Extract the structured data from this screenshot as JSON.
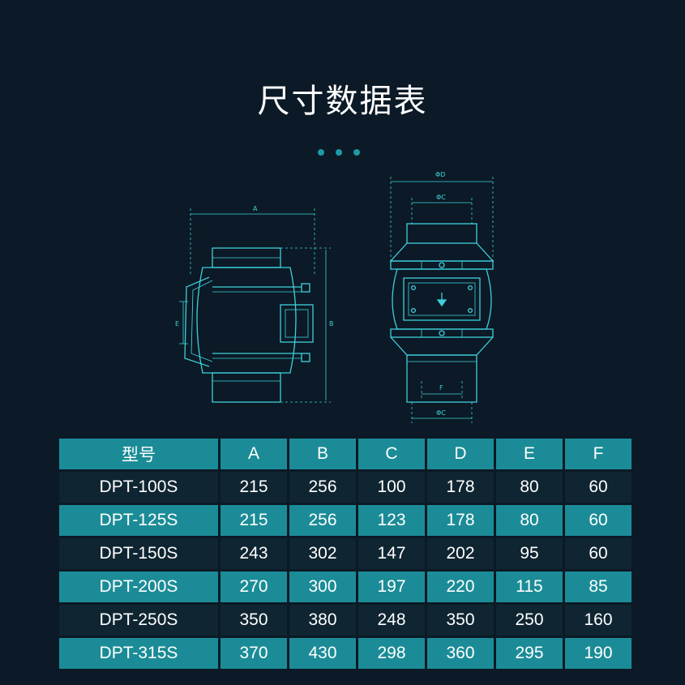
{
  "title": "尺寸数据表",
  "diagram": {
    "labels": {
      "a": "A",
      "b": "B",
      "e": "E",
      "phi_d": "ΦD",
      "phi_c_top": "ΦC",
      "f": "F",
      "phi_c_bottom": "ΦC"
    }
  },
  "table": {
    "headers": [
      "型号",
      "A",
      "B",
      "C",
      "D",
      "E",
      "F"
    ],
    "rows": [
      [
        "DPT-100S",
        "215",
        "256",
        "100",
        "178",
        "80",
        "60"
      ],
      [
        "DPT-125S",
        "215",
        "256",
        "123",
        "178",
        "80",
        "60"
      ],
      [
        "DPT-150S",
        "243",
        "302",
        "147",
        "202",
        "95",
        "60"
      ],
      [
        "DPT-200S",
        "270",
        "300",
        "197",
        "220",
        "115",
        "85"
      ],
      [
        "DPT-250S",
        "350",
        "380",
        "248",
        "350",
        "250",
        "160"
      ],
      [
        "DPT-315S",
        "370",
        "430",
        "298",
        "360",
        "295",
        "190"
      ]
    ]
  },
  "colors": {
    "background": "#0b1a26",
    "accent": "#1b8c97",
    "row_dark": "#0f2532",
    "drawing_line": "#3ed0dc"
  }
}
